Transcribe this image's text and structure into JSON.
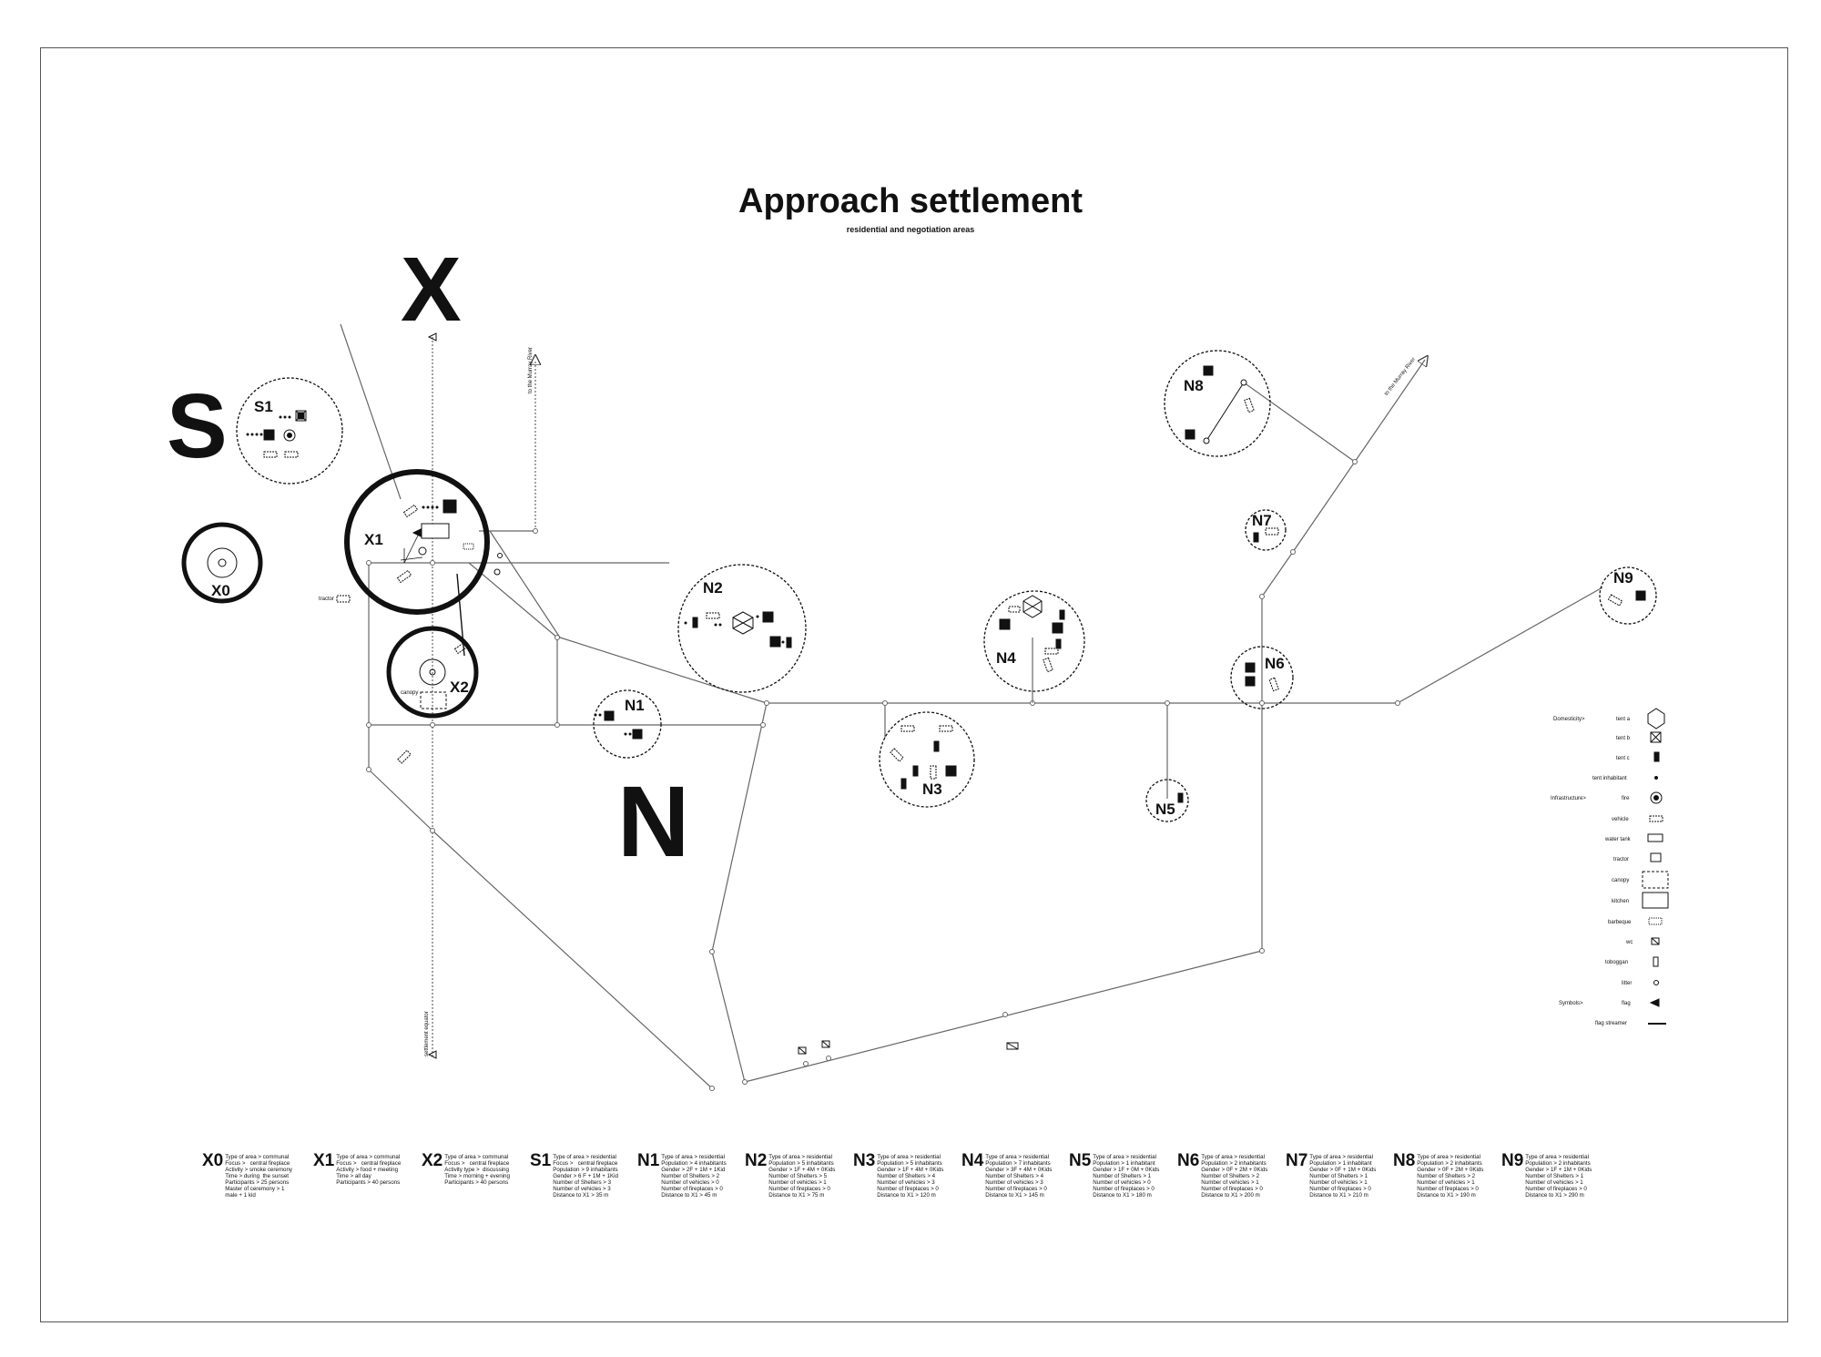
{
  "title": "Approach settlement",
  "subtitle": "residential and negotiation areas",
  "zone_letters": {
    "x": "X",
    "s": "S",
    "n": "N"
  },
  "area_labels": {
    "x0": "X0",
    "x1": "X1",
    "x2": "X2",
    "s1": "S1",
    "n1": "N1",
    "n2": "N2",
    "n3": "N3",
    "n4": "N4",
    "n5": "N5",
    "n6": "N6",
    "n7": "N7",
    "n8": "N8",
    "n9": "N9"
  },
  "annotations": {
    "to_murray_1": "to the Murray River",
    "to_murray_2": "to the Murray River",
    "settlement_equator": "settlement equator",
    "tractor": "tractor",
    "canopy": "canopy"
  },
  "legend": {
    "domesticity": "Domesticity>",
    "infrastructure": "Infrastructure>",
    "symbols": "Symbols>",
    "items": [
      "tent a",
      "tent b",
      "tent c",
      "tent inhabitant",
      "fire",
      "vehicle",
      "water tank",
      "tractor",
      "canopy",
      "kitchen",
      "barbeque",
      "wc",
      "toboggan",
      "litter",
      "flag",
      "flag streamer"
    ]
  },
  "stats": [
    {
      "code": "X0",
      "lines": [
        "Type of area > communal",
        "Focus >   central fireplace",
        "Activity > smoke ceremony",
        "Time > during  the sunset",
        "Participants > 25 persons",
        "Master of ceremony > 1",
        "male + 1 kid"
      ]
    },
    {
      "code": "X1",
      "lines": [
        "Type of area > communal",
        "Focus >   central fireplace",
        "Activity > food + meeting",
        "Time > all day",
        "Participants > 40 persons"
      ]
    },
    {
      "code": "X2",
      "lines": [
        "Type of area > communal",
        "Focus >   central fireplace",
        "Activity type >  discussing",
        "Time > morning + evening",
        "Participants > 40 persons"
      ]
    },
    {
      "code": "S1",
      "lines": [
        "Type of area > residential",
        "Focus >   central fireplace",
        "Population > 9 inhabitants",
        "Gender > 6 F + 1M + 1Kid",
        "Number of Shelters > 3",
        "Number of vehicles > 3",
        "Distance to X1 > 35 m"
      ]
    },
    {
      "code": "N1",
      "lines": [
        "Type of area > residential",
        "Population > 4 inhabitants",
        "Gender > 2F + 1M + 1Kid",
        "Number of Shelters > 2",
        "Number of vehicles > 0",
        "Number of fireplaces > 0",
        "Distance to X1 > 45 m"
      ]
    },
    {
      "code": "N2",
      "lines": [
        "Type of area > residential",
        "Population > 5 inhabitants",
        "Gender > 1F + 4M + 0Kids",
        "Number of Shelters > 5",
        "Number of vehicles > 1",
        "Number of fireplaces > 0",
        "Distance to X1 > 75 m"
      ]
    },
    {
      "code": "N3",
      "lines": [
        "Type of area > residential",
        "Population > 5 inhabitants",
        "Gender > 1F + 4M + 0Kids",
        "Number of Shelters > 4",
        "Number of vehicles > 3",
        "Number of fireplaces > 0",
        "Distance to X1 > 120 m"
      ]
    },
    {
      "code": "N4",
      "lines": [
        "Type of area > residential",
        "Population > 7 inhabitants",
        "Gender > 3F + 4M + 0Kids",
        "Number of Shelters > 4",
        "Number of vehicles > 3",
        "Number of fireplaces > 0",
        "Distance to X1 > 145 m"
      ]
    },
    {
      "code": "N5",
      "lines": [
        "Type of area > residential",
        "Population > 1 inhabitant",
        "Gender > 1F + 0M + 0Kids",
        "Number of Shelters > 1",
        "Number of vehicles > 0",
        "Number of fireplaces > 0",
        "Distance to X1 > 180 m"
      ]
    },
    {
      "code": "N6",
      "lines": [
        "Type of area > residential",
        "Population > 2 inhabitants",
        "Gender > 0F + 2M + 0Kids",
        "Number of Shelters > 2",
        "Number of vehicles > 1",
        "Number of fireplaces > 0",
        "Distance to X1 > 200 m"
      ]
    },
    {
      "code": "N7",
      "lines": [
        "Type of area > residential",
        "Population > 1 inhabitant",
        "Gender > 0F + 1M + 0Kids",
        "Number of Shelters > 1",
        "Number of vehicles > 1",
        "Number of fireplaces > 0",
        "Distance to X1 > 210 m"
      ]
    },
    {
      "code": "N8",
      "lines": [
        "Type of area > residential",
        "Population > 2 inhabitants",
        "Gender > 0F + 2M + 0Kids",
        "Number of Shelters > 2",
        "Number of vehicles > 1",
        "Number of fireplaces > 0",
        "Distance to X1 > 190 m"
      ]
    },
    {
      "code": "N9",
      "lines": [
        "Type of area > residential",
        "Population > 2 inhabitants",
        "Gender > 1F + 1M + 0Kids",
        "Number of Shelters > 1",
        "Number of vehicles > 1",
        "Number of fireplaces > 0",
        "Distance to X1 > 290 m"
      ]
    }
  ]
}
